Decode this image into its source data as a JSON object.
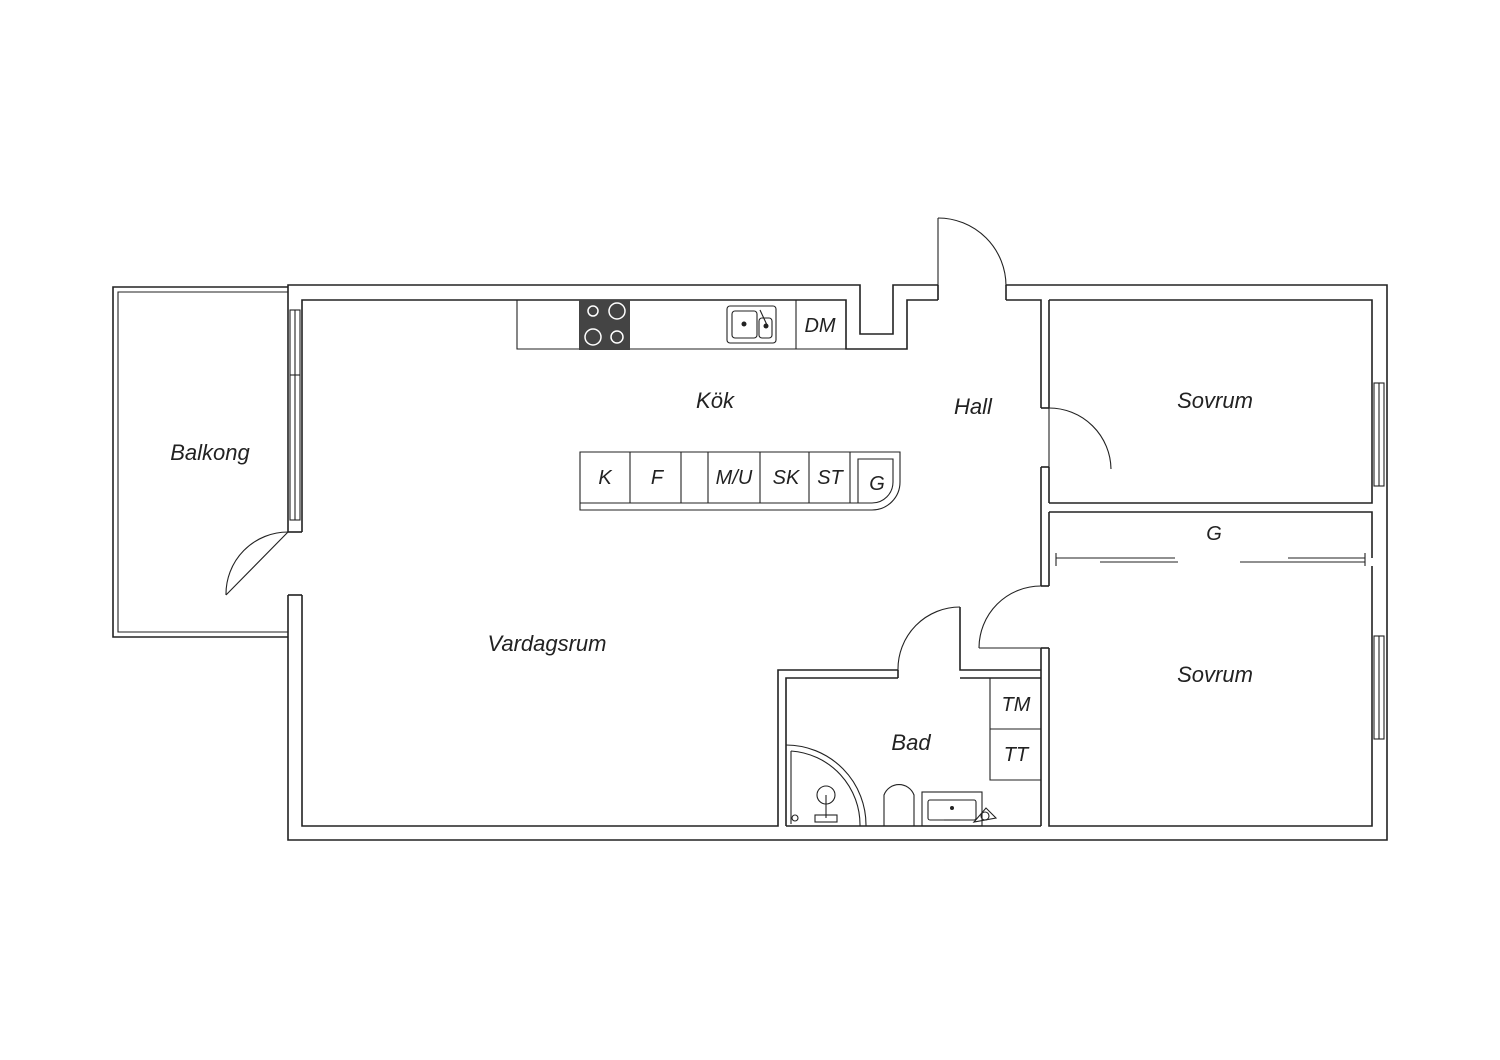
{
  "rooms": {
    "balkong": "Balkong",
    "kok": "Kök",
    "hall": "Hall",
    "sovrum_1": "Sovrum",
    "sovrum_2": "Sovrum",
    "vardagsrum": "Vardagsrum",
    "bad": "Bad"
  },
  "fixtures": {
    "dm": "DM",
    "k": "K",
    "f": "F",
    "mu": "M/U",
    "sk": "SK",
    "st": "ST",
    "g_kitchen": "G",
    "g_closet": "G",
    "tm": "TM",
    "tt": "TT"
  },
  "colors": {
    "line": "#222222",
    "stove": "#444444",
    "background": "#ffffff"
  }
}
